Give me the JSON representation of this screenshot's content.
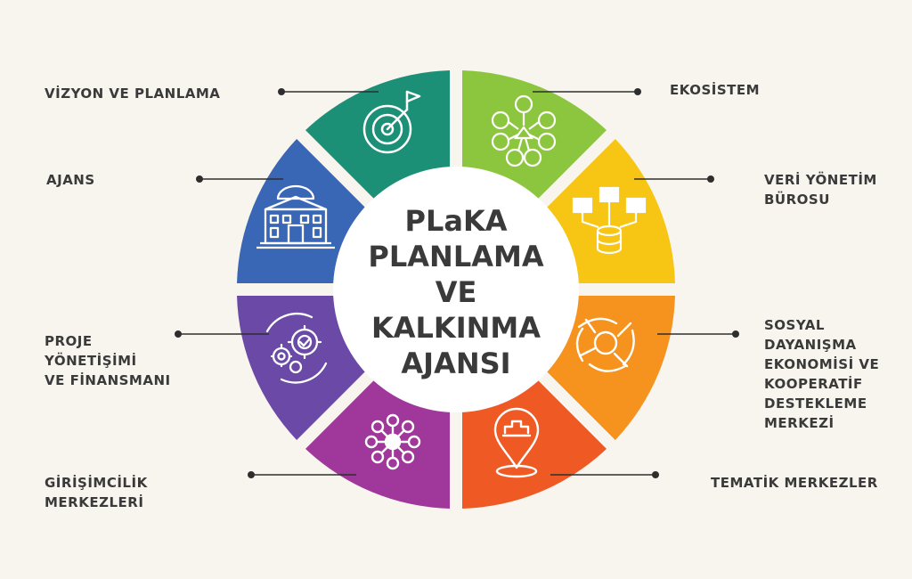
{
  "center": {
    "lines": [
      "PLaKA",
      "PLANLAMA",
      "VE",
      "KALKINMA",
      "AJANSI"
    ]
  },
  "segments": [
    {
      "key": "vizyon",
      "label": "VİZYON VE PLANLAMA",
      "color": "#8cc63e",
      "icon": "target-flag-icon"
    },
    {
      "key": "ekosistem",
      "label": "EKOSİSTEM",
      "color": "#f7c514",
      "icon": "network-people-icon"
    },
    {
      "key": "veri",
      "label": "VERİ YÖNETİM\nBÜROSU",
      "color": "#f6921e",
      "icon": "database-folders-icon"
    },
    {
      "key": "sosyal",
      "label": "SOSYAL\nDAYANIŞMA\nEKONOMİSİ VE\nKOOPERATİF\nDESTEKLEME\nMERKEZİ",
      "color": "#ef5a24",
      "icon": "joined-hands-icon"
    },
    {
      "key": "tematik",
      "label": "TEMATİK MERKEZLER",
      "color": "#a0379b",
      "icon": "location-pin-icon"
    },
    {
      "key": "girisim",
      "label": "GİRİŞİMCİLİK\nMERKEZLERİ",
      "color": "#6a4aa6",
      "icon": "node-network-icon"
    },
    {
      "key": "proje",
      "label": "PROJE\nYÖNETİŞİMİ\nVE FİNANSMANI",
      "color": "#3a66b6",
      "icon": "gears-icon"
    },
    {
      "key": "ajans",
      "label": "AJANS",
      "color": "#1c9077",
      "icon": "building-icon"
    }
  ]
}
